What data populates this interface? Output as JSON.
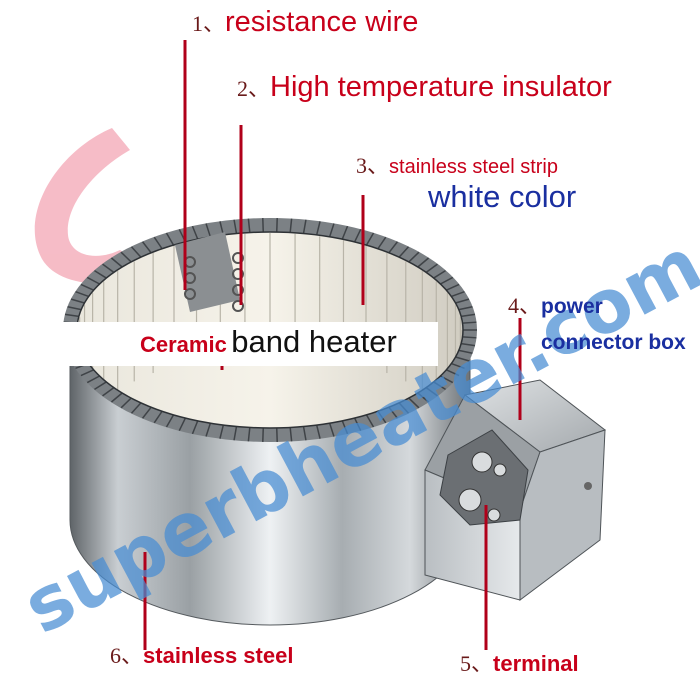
{
  "labels": {
    "l1": {
      "num": "1、",
      "text": "resistance wire"
    },
    "l2": {
      "num": "2、",
      "text": "High temperature insulator"
    },
    "l3": {
      "num": "3、",
      "text": "stainless steel strip",
      "sub": "white color"
    },
    "l4": {
      "num": "4、",
      "line1": "power",
      "line2": "connector box"
    },
    "l5": {
      "num": "5、",
      "text": "terminal"
    },
    "l6": {
      "num": "6、",
      "text": "stainless steel"
    }
  },
  "banner": {
    "small": "Ceramic",
    "big": "band heater"
  },
  "watermark": {
    "text": "superbheater.com"
  },
  "colors": {
    "label_red": "#c8001a",
    "label_blue": "#1a2fa0",
    "watermark": "#468cd2",
    "logo_pink": "#f0a0b0"
  }
}
